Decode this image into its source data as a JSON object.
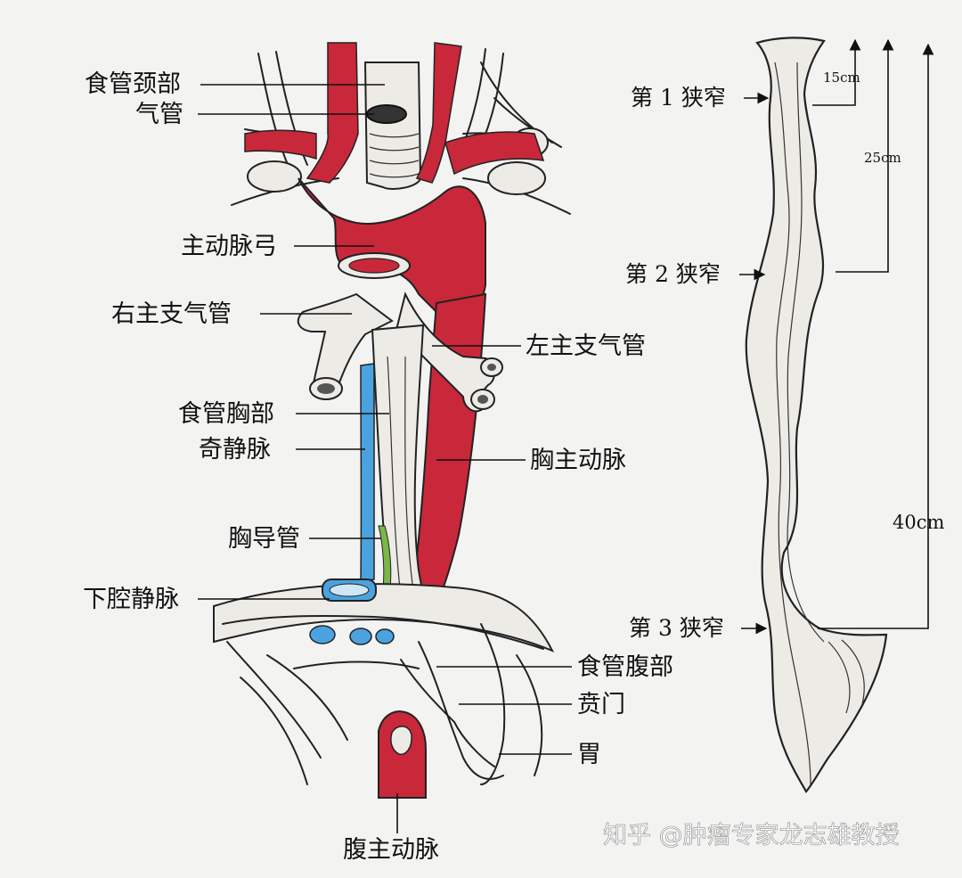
{
  "colors": {
    "artery": "#c8283a",
    "vein_blue": "#4aa3df",
    "duct_green": "#7ab648",
    "tissue": "#ecebe6",
    "background": "#f3f3f1"
  },
  "labels": {
    "cervical_esophagus": "食管颈部",
    "trachea": "气管",
    "aortic_arch": "主动脉弓",
    "right_main_bronchus": "右主支气管",
    "left_main_bronchus": "左主支气管",
    "thoracic_esophagus": "食管胸部",
    "azygos_vein": "奇静脉",
    "thoracic_aorta": "胸主动脉",
    "thoracic_duct": "胸导管",
    "inferior_vena_cava": "下腔静脉",
    "abdominal_esophagus": "食管腹部",
    "cardia": "贲门",
    "stomach": "胃",
    "abdominal_aorta": "腹主动脉"
  },
  "constrictions": {
    "first": "第 1 狭窄",
    "second": "第 2 狭窄",
    "third": "第 3 狭窄"
  },
  "measurements": {
    "first_cm": "15cm",
    "second_cm": "25cm",
    "third_cm": "40cm"
  },
  "watermark": "知乎 @肿瘤专家龙志雄教授"
}
